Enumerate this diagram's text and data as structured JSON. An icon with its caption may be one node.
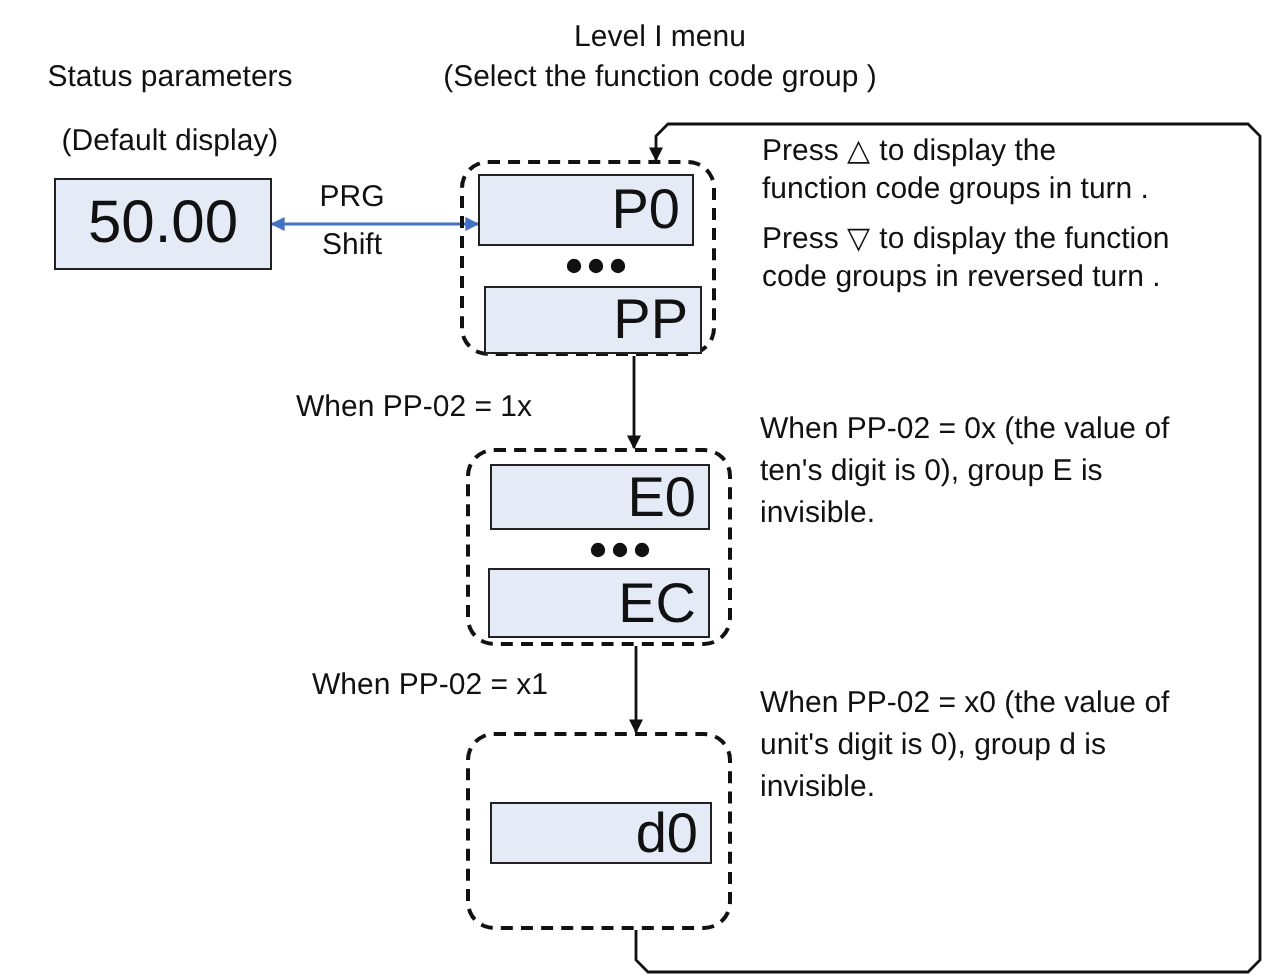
{
  "diagram": {
    "nodes": [
      {
        "text": [
          "50.00"
        ],
        "beside": [
          "Status parameters",
          "(Default display)"
        ]
      },
      {
        "text": [],
        "shape": "box",
        "beside": [
          "Level I menu",
          "(Select the function code group )"
        ]
      },
      {
        "text": [
          "P0"
        ],
        "in": 1
      },
      {
        "text": [
          "PP"
        ],
        "in": 1
      },
      {
        "text": [],
        "shape": "box"
      },
      {
        "text": [
          "E0"
        ],
        "in": 4
      },
      {
        "text": [
          "EC"
        ],
        "in": 4
      },
      {
        "text": [],
        "shape": "box"
      },
      {
        "text": [
          "d0"
        ],
        "in": 7
      }
    ],
    "edges": [
      {
        "from": 0,
        "to": 2,
        "arrow": "both",
        "label": "PRG Shift",
        "color": "#4472c4"
      },
      {
        "from": 1,
        "to": 4,
        "arrow": "to",
        "label": "When PP-02 = 1x"
      },
      {
        "from": 4,
        "to": 7,
        "arrow": "to",
        "label": "When PP-02 = x1"
      },
      {
        "from": 7,
        "to": 1,
        "arrow": "to"
      }
    ],
    "labels": [
      "Press △ to display the function code groups in turn .",
      "Press ▽ to display the function code groups in reversed turn .",
      "When PP-02 = 0x (the value of ten's digit is 0), group E is invisible.",
      "When PP-02 = x0 (the value of unit's digit is 0), group d is invisible."
    ]
  }
}
